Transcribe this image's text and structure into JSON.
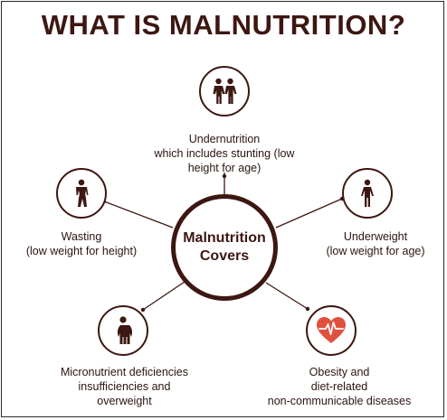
{
  "title": "WHAT IS MALNUTRITION?",
  "center": {
    "line1": "Malnutrition",
    "line2": "Covers"
  },
  "items": [
    {
      "id": "undernutrition",
      "icon": "two-people-icon",
      "lines": [
        "Undernutrition",
        "which includes stunting (low",
        "height for age)"
      ]
    },
    {
      "id": "wasting",
      "icon": "slim-body-icon",
      "lines": [
        "Wasting",
        "(low weight for height)"
      ]
    },
    {
      "id": "underweight",
      "icon": "thin-person-icon",
      "lines": [
        "Underweight",
        "(low weight for age)"
      ]
    },
    {
      "id": "micronutrient",
      "icon": "overweight-person-icon",
      "lines": [
        "Micronutrient deficiencies",
        "insufficiencies and",
        "overweight"
      ]
    },
    {
      "id": "obesity",
      "icon": "heart-pulse-icon",
      "lines": [
        "Obesity and",
        "diet-related",
        "non-communicable diseases"
      ]
    }
  ],
  "colors": {
    "dark": "#3d1712",
    "heart": "#e0523f"
  }
}
